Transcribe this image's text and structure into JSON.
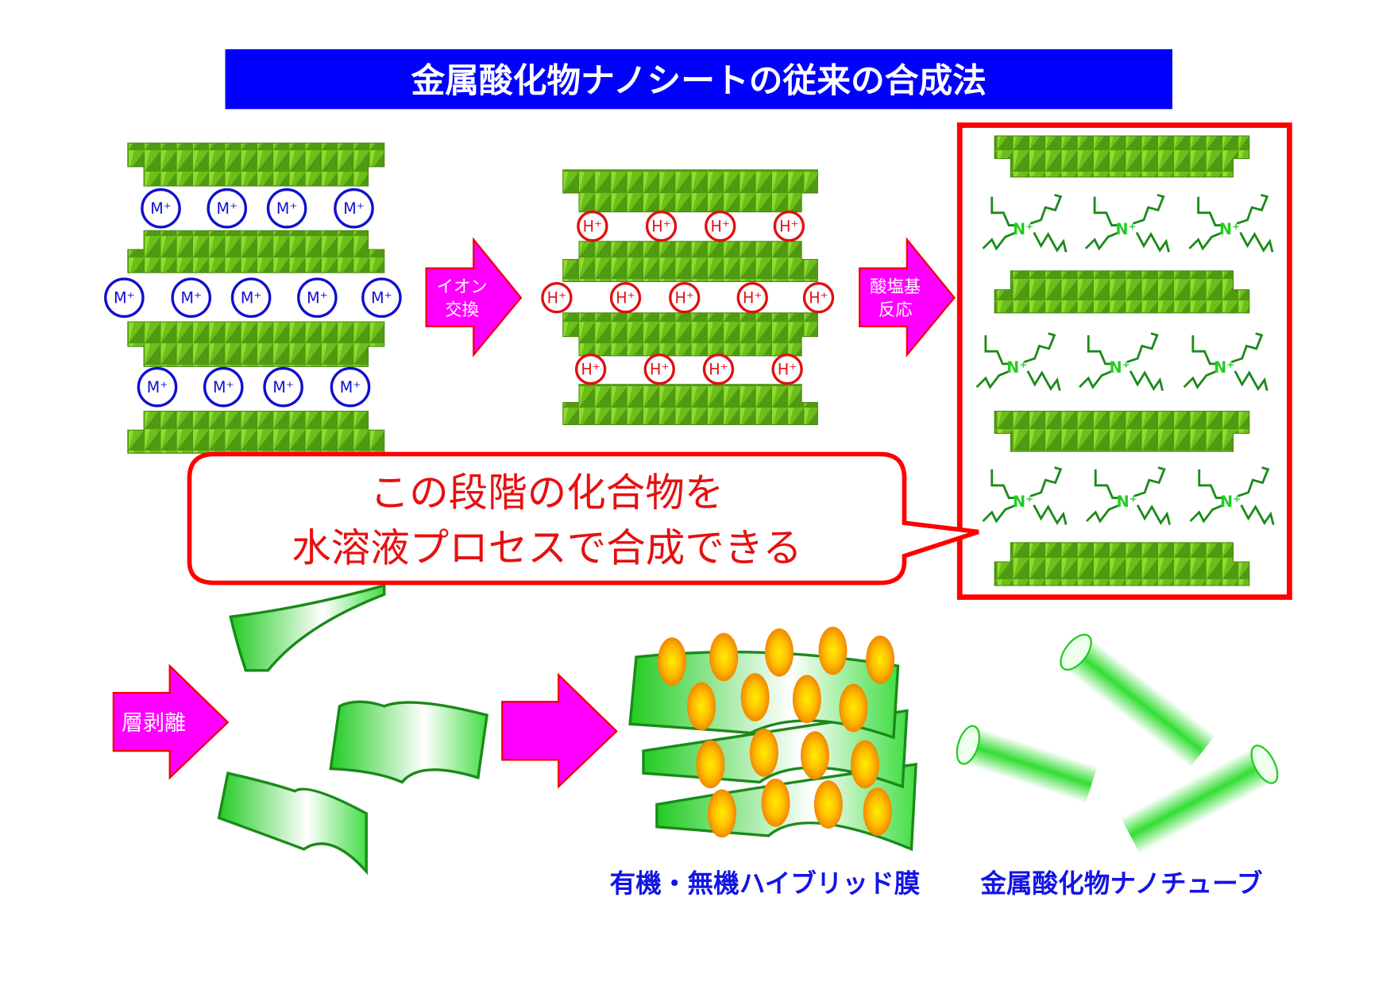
{
  "title": "金属酸化物ナノシートの従来の合成法",
  "arrows": {
    "ion_exchange": [
      "イオン",
      "交換"
    ],
    "acid_base": [
      "酸塩基",
      "反応"
    ],
    "exfoliation": "層剥離"
  },
  "ions": {
    "metal": "M⁺",
    "proton": "H⁺",
    "ammonium": "N⁺"
  },
  "callout": {
    "line1": "この段階の化合物を",
    "line2": "水溶液プロセスで合成できる"
  },
  "captions": {
    "hybrid_film": "有機・無機ハイブリッド膜",
    "nanotube": "金属酸化物ナノチューブ"
  },
  "colors": {
    "title_bg": "#0000ff",
    "arrow": "#ff00ff",
    "highlight": "#ff0000",
    "sheet": "#6cbf1a",
    "caption": "#1414e6"
  }
}
